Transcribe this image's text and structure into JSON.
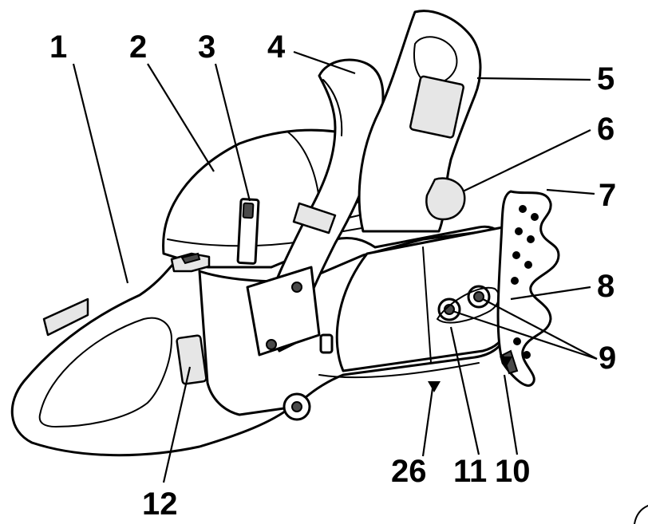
{
  "diagram": {
    "callouts": [
      {
        "id": "1",
        "text": "1"
      },
      {
        "id": "2",
        "text": "2"
      },
      {
        "id": "3",
        "text": "3"
      },
      {
        "id": "4",
        "text": "4"
      },
      {
        "id": "5",
        "text": "5"
      },
      {
        "id": "6",
        "text": "6"
      },
      {
        "id": "7",
        "text": "7"
      },
      {
        "id": "8",
        "text": "8"
      },
      {
        "id": "9",
        "text": "9"
      },
      {
        "id": "10",
        "text": "10"
      },
      {
        "id": "11",
        "text": "11"
      },
      {
        "id": "12",
        "text": "12"
      },
      {
        "id": "26",
        "text": "26"
      }
    ]
  },
  "colors": {
    "line": "#000000",
    "background": "#ffffff",
    "shade": "#e6e6e6"
  }
}
